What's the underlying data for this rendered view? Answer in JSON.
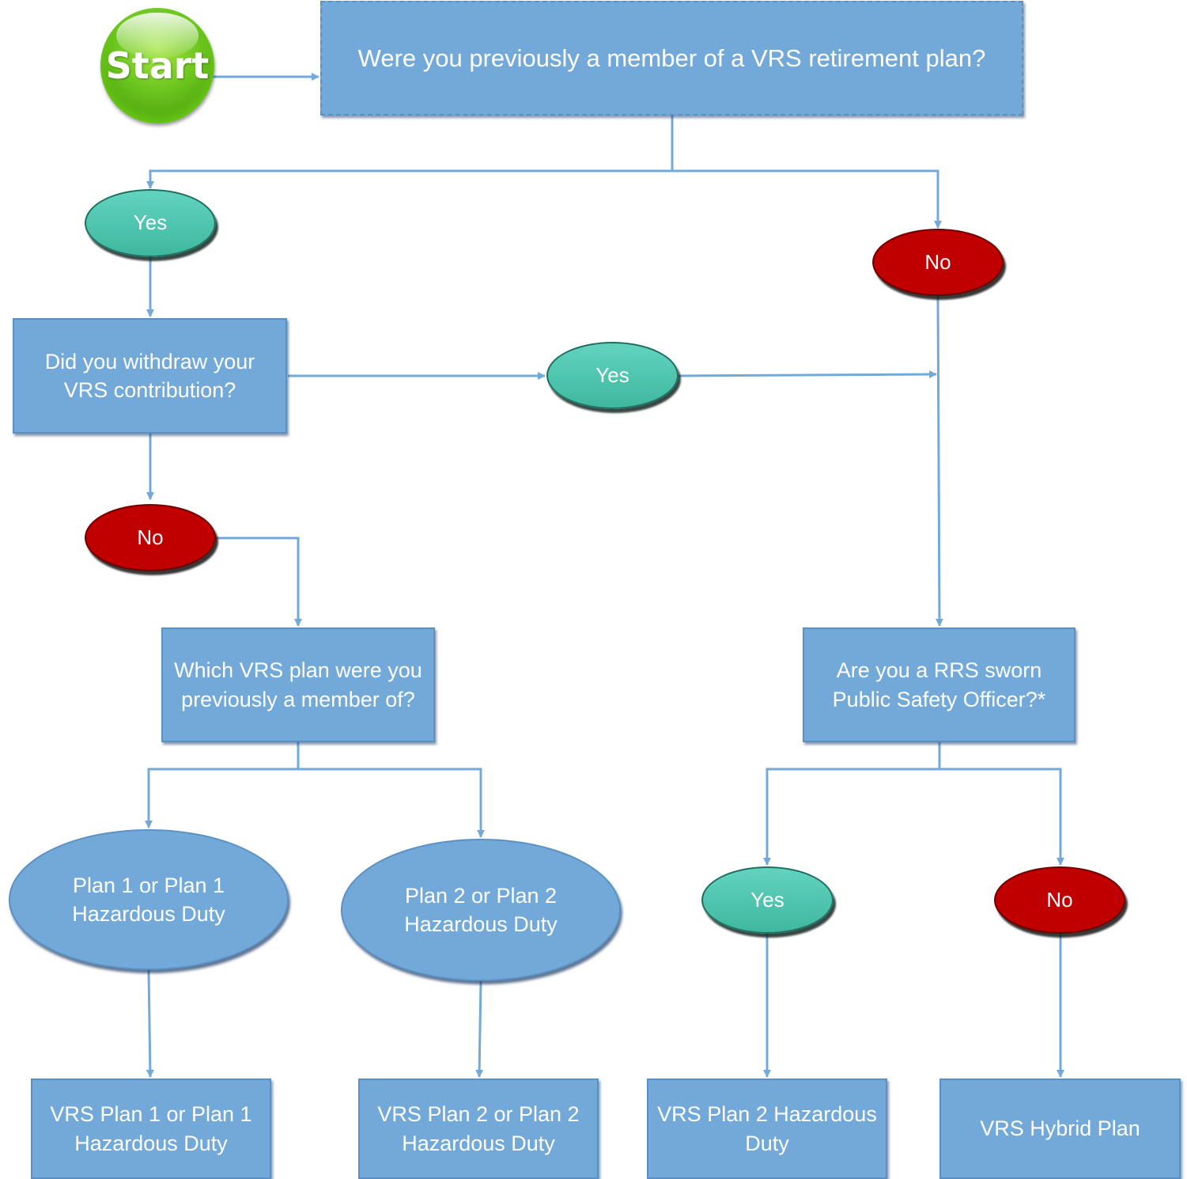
{
  "colors": {
    "box_fill": "#73a9d8",
    "connector": "#73a9d8",
    "yes_fill": "#4fc7b0",
    "no_fill": "#c00000",
    "start_fill": "#6cc51e"
  },
  "nodes": {
    "start": "Start",
    "q_member": "Were you previously a member of a VRS retirement plan?",
    "a_member_yes": "Yes",
    "a_member_no": "No",
    "q_withdraw": "Did you withdraw your VRS contribution?",
    "a_withdraw_yes": "Yes",
    "a_withdraw_no": "No",
    "q_which_plan": "Which VRS plan were you previously a member of?",
    "q_rrs": "Are you a RRS sworn Public Safety Officer?*",
    "opt_plan1": "Plan 1 or Plan 1 Hazardous Duty",
    "opt_plan2": "Plan 2 or Plan 2 Hazardous Duty",
    "a_rrs_yes": "Yes",
    "a_rrs_no": "No",
    "res_plan1": "VRS Plan 1 or Plan 1 Hazardous Duty",
    "res_plan2": "VRS Plan 2 or Plan 2 Hazardous Duty",
    "res_plan2_haz": "VRS Plan 2 Hazardous Duty",
    "res_hybrid": "VRS Hybrid Plan"
  },
  "edges": [
    {
      "from": "start",
      "to": "q_member"
    },
    {
      "from": "q_member",
      "to": "a_member_yes"
    },
    {
      "from": "q_member",
      "to": "a_member_no"
    },
    {
      "from": "a_member_yes",
      "to": "q_withdraw"
    },
    {
      "from": "q_withdraw",
      "to": "a_withdraw_yes"
    },
    {
      "from": "a_withdraw_yes",
      "to": "q_rrs"
    },
    {
      "from": "a_member_no",
      "to": "q_rrs"
    },
    {
      "from": "q_withdraw",
      "to": "a_withdraw_no"
    },
    {
      "from": "a_withdraw_no",
      "to": "q_which_plan"
    },
    {
      "from": "q_which_plan",
      "to": "opt_plan1"
    },
    {
      "from": "q_which_plan",
      "to": "opt_plan2"
    },
    {
      "from": "opt_plan1",
      "to": "res_plan1"
    },
    {
      "from": "opt_plan2",
      "to": "res_plan2"
    },
    {
      "from": "q_rrs",
      "to": "a_rrs_yes"
    },
    {
      "from": "q_rrs",
      "to": "a_rrs_no"
    },
    {
      "from": "a_rrs_yes",
      "to": "res_plan2_haz"
    },
    {
      "from": "a_rrs_no",
      "to": "res_hybrid"
    }
  ]
}
